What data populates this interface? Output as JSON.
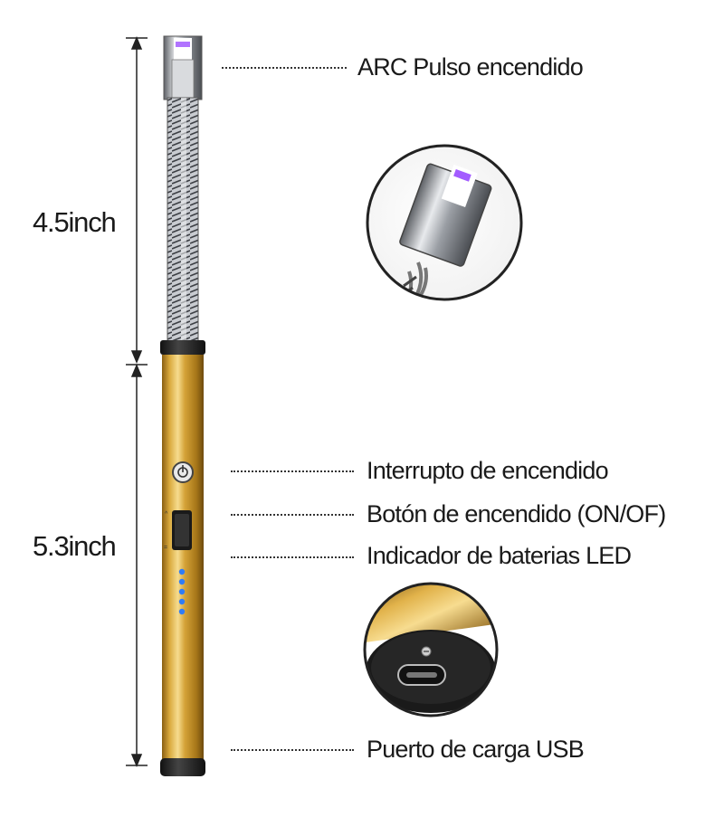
{
  "dimensions": {
    "top": "4.5inch",
    "bottom": "5.3inch"
  },
  "callouts": {
    "arc": "ARC Pulso encendido",
    "ignition_switch": "Interrupto de encendido",
    "power_button": "Botón de encendido (ON/OF)",
    "battery_indicator": "Indicador de baterias LED",
    "usb_port": "Puerto de carga USB"
  },
  "battery_led_level": 5,
  "colors": {
    "gold_body": "#c99a2e",
    "arc_glow": "#a35cff",
    "led_blue": "#2f7cf6",
    "chrome": "#b9bcc0"
  }
}
